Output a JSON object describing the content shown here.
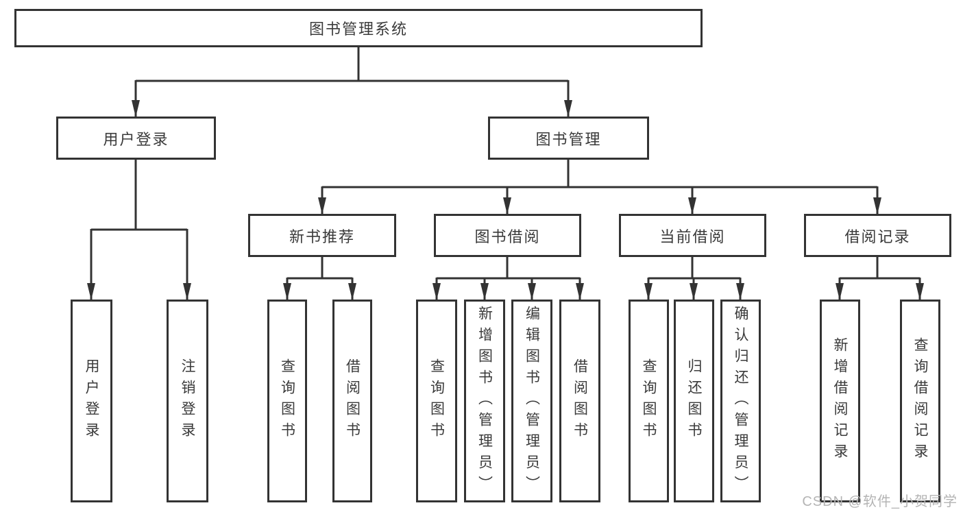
{
  "diagram": {
    "title": "图书管理系统",
    "root": {
      "label": "图书管理系统"
    },
    "level2": [
      {
        "label": "用户登录"
      },
      {
        "label": "图书管理"
      }
    ],
    "level3": [
      {
        "label": "新书推荐",
        "parent": "图书管理"
      },
      {
        "label": "图书借阅",
        "parent": "图书管理"
      },
      {
        "label": "当前借阅",
        "parent": "图书管理"
      },
      {
        "label": "借阅记录",
        "parent": "图书管理"
      }
    ],
    "leaves": [
      {
        "label": "用户登录",
        "parent": "用户登录"
      },
      {
        "label": "注销登录",
        "parent": "用户登录"
      },
      {
        "label": "查询图书",
        "parent": "新书推荐"
      },
      {
        "label": "借阅图书",
        "parent": "新书推荐"
      },
      {
        "label": "查询图书",
        "parent": "图书借阅"
      },
      {
        "label": "新增图书（管理员）",
        "parent": "图书借阅"
      },
      {
        "label": "编辑图书（管理员）",
        "parent": "图书借阅"
      },
      {
        "label": "借阅图书",
        "parent": "图书借阅"
      },
      {
        "label": "查询图书",
        "parent": "当前借阅"
      },
      {
        "label": "归还图书",
        "parent": "当前借阅"
      },
      {
        "label": "确认归还（管理员）",
        "parent": "当前借阅"
      },
      {
        "label": "新增借阅记录",
        "parent": "借阅记录"
      },
      {
        "label": "查询借阅记录",
        "parent": "借阅记录"
      }
    ],
    "colors": {
      "line": "#333333",
      "border": "#333333",
      "text": "#3a3a3a",
      "background": "#ffffff",
      "watermark_text": "#b4b4b4"
    }
  },
  "watermark": {
    "text": "CSDN @软件_小贺同学"
  }
}
